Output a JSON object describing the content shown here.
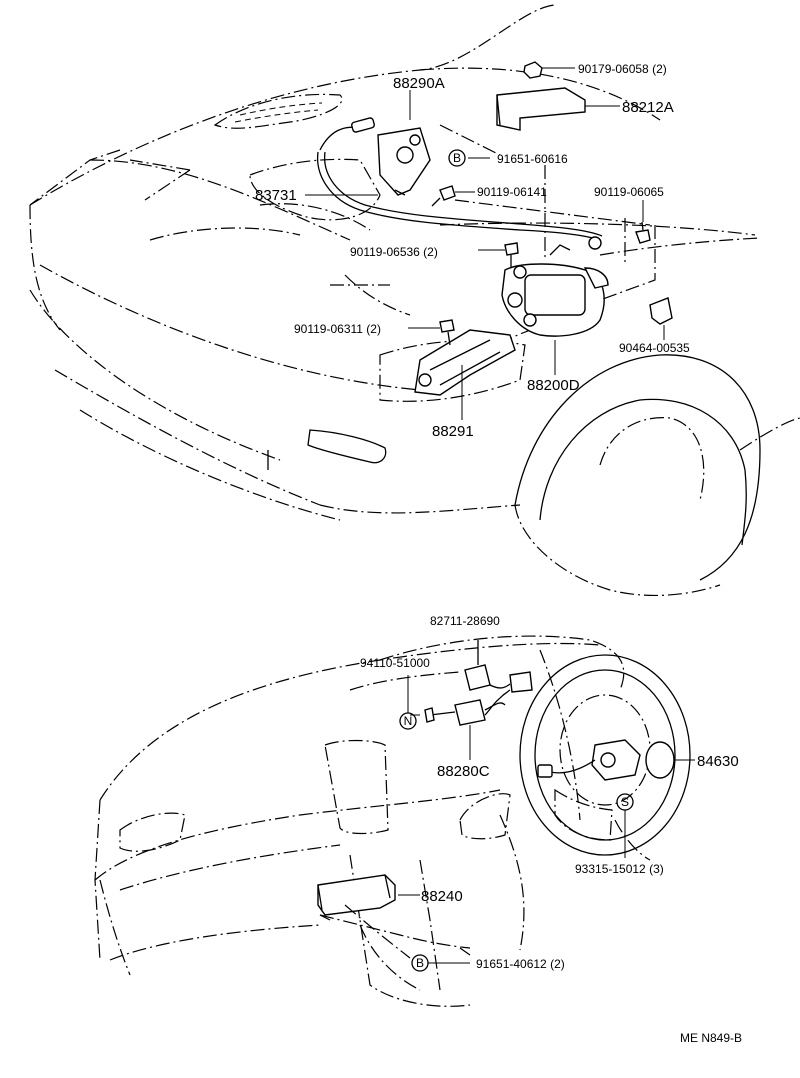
{
  "drawing_code": "ME N849-B",
  "upper_assembly": {
    "labels": {
      "p88290A": "88290A",
      "p90179": "90179-06058 (2)",
      "p88212A": "88212A",
      "p91651_60616": "91651-60616",
      "p83731": "83731",
      "p90119_06141": "90119-06141",
      "p90119_06065": "90119-06065",
      "p90119_06536": "90119-06536 (2)",
      "p90119_06311": "90119-06311 (2)",
      "p90464": "90464-00535",
      "p88200D": "88200D",
      "p88291": "88291"
    }
  },
  "lower_assembly": {
    "labels": {
      "p82711": "82711-28690",
      "p94110": "94110-51000",
      "p88280C": "88280C",
      "p84630": "84630",
      "p93315": "93315-15012 (3)",
      "p88240": "88240",
      "p91651_40612": "91651-40612 (2)"
    }
  },
  "symbols": {
    "bolt_b_upper": "B",
    "bolt_b_lower": "B",
    "nut_n": "N",
    "screw_s": "S"
  }
}
